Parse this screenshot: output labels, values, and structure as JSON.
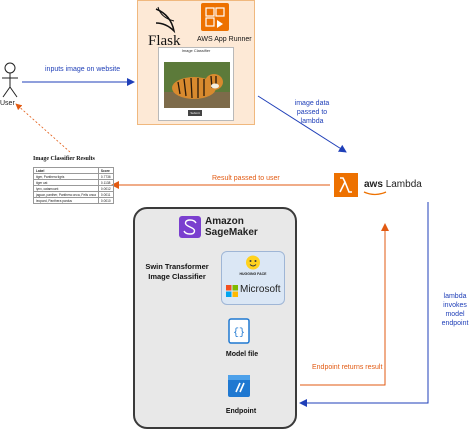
{
  "user": {
    "label": "User"
  },
  "web_app": {
    "flask_label": "Flask",
    "app_runner_label": "AWS App Runner",
    "page_title": "Image Classifier",
    "submit_label": "Submit"
  },
  "results": {
    "title": "Image Classifier Results",
    "columns": [
      "Label",
      "Score"
    ],
    "rows": [
      [
        "tiger, Panthera tigris",
        "0.7736"
      ],
      [
        "tiger cat",
        "0.1138"
      ],
      [
        "lynx, catamount",
        "0.0012"
      ],
      [
        "jaguar, panther, Panthera onca, Felis onca",
        "0.0011"
      ],
      [
        "leopard, Panthera pardus",
        "0.0010"
      ]
    ]
  },
  "lambda": {
    "prefix": "aws",
    "name": "Lambda"
  },
  "sagemaker": {
    "title_line1": "Amazon",
    "title_line2": "SageMaker",
    "model_name": "Swin Transformer Image Classifier",
    "hugging_face_label": "HUGGING FACE",
    "microsoft_label": "Microsoft",
    "model_file_label": "Model file",
    "endpoint_label": "Endpoint"
  },
  "flows": {
    "inputs_image": "inputs image on website",
    "image_data_passed": "image data passed to lambda",
    "result_passed": "Result passed to user",
    "lambda_invokes": "lambda invokes model endpoint",
    "endpoint_returns": "Endpoint returns result"
  },
  "colors": {
    "request_flow": "#1f3fb8",
    "response_flow": "#e25a12",
    "aws_orange": "#ed7100",
    "sagemaker_purple": "#7a3fcf",
    "app_box_fill": "#fde9d6"
  },
  "icons": [
    "stick-figure-icon",
    "flask-icon",
    "app-runner-icon",
    "lambda-icon",
    "sagemaker-icon",
    "hugging-face-icon",
    "microsoft-icon",
    "model-file-icon",
    "endpoint-icon"
  ]
}
